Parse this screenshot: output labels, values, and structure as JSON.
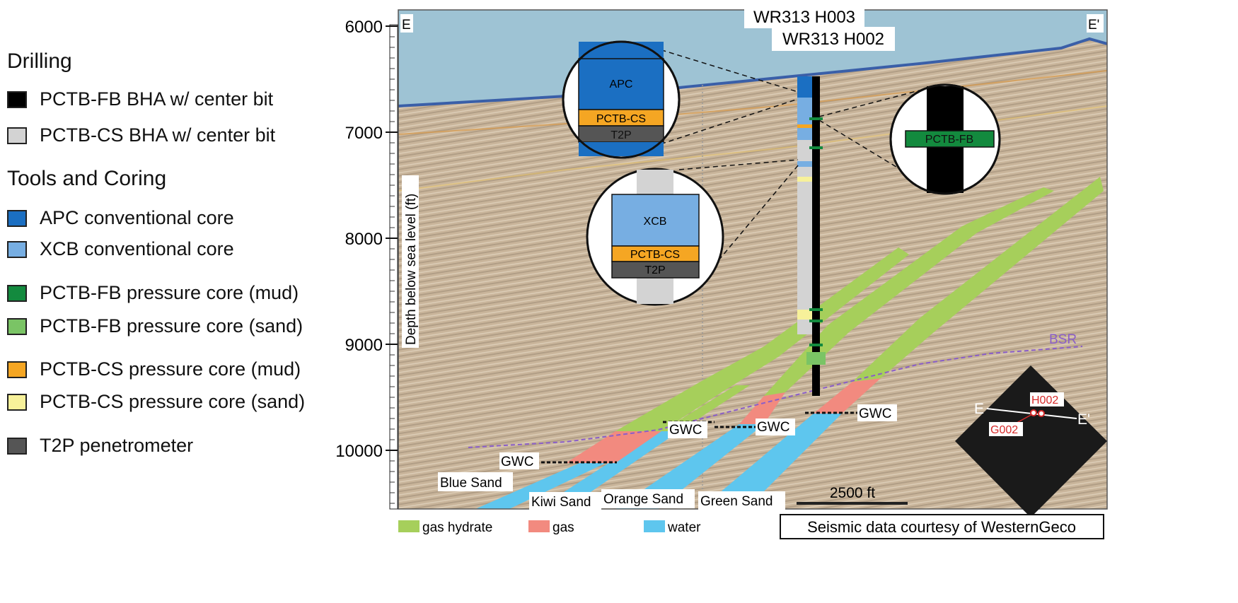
{
  "legend": {
    "drilling_heading": "Drilling",
    "drilling_items": [
      {
        "label": "PCTB-FB BHA w/ center bit",
        "color": "#000000"
      },
      {
        "label": "PCTB-CS BHA w/ center bit",
        "color": "#d3d3d3"
      }
    ],
    "tools_heading": "Tools and Coring",
    "tools_items": [
      {
        "label": "APC conventional core",
        "color": "#1b6fc2"
      },
      {
        "label": "XCB conventional core",
        "color": "#77aee2"
      },
      {
        "label": "PCTB-FB pressure core (mud)",
        "color": "#138a3e"
      },
      {
        "label": "PCTB-FB pressure core (sand)",
        "color": "#7ac465"
      },
      {
        "label": "PCTB-CS pressure core (mud)",
        "color": "#f5a623"
      },
      {
        "label": "PCTB-CS pressure core (sand)",
        "color": "#f7f19a"
      },
      {
        "label": "T2P penetrometer",
        "color": "#555555"
      }
    ]
  },
  "section": {
    "axis_title": "Depth below sea level (ft)",
    "depth_ticks": [
      "6000",
      "7000",
      "8000",
      "9000",
      "10000"
    ],
    "left_end": "E",
    "right_end": "E'",
    "well_labels": [
      "WR313 H003",
      "WR313 H002"
    ],
    "bsr_label": "BSR",
    "gwc_label": "GWC",
    "sands": [
      "Blue Sand",
      "Kiwi Sand",
      "Orange Sand",
      "Green Sand"
    ],
    "scale_bar": "2500 ft",
    "inset_apc": {
      "core": "APC",
      "pressure": "PCTB-CS",
      "tool": "T2P"
    },
    "inset_xcb": {
      "core": "XCB",
      "pressure": "PCTB-CS",
      "tool": "T2P"
    },
    "inset_fb": {
      "tool": "PCTB-FB"
    },
    "map": {
      "left": "E",
      "right": "E'",
      "well_a": "H002",
      "well_b": "G002"
    }
  },
  "bottom_legend": [
    {
      "label": "gas hydrate",
      "color": "#a6cf5b"
    },
    {
      "label": "gas",
      "color": "#f28a7f"
    },
    {
      "label": "water",
      "color": "#5ec6ee"
    }
  ],
  "credit": "Seismic data courtesy of WesternGeco",
  "colors": {
    "water_column": "#9ec3d4",
    "sediment": "#c7b39a",
    "seafloor": "#3a5fa8",
    "bsr": "#8a5ec9",
    "map_fill": "#1a1a1a",
    "well_red": "#d62a2a"
  }
}
